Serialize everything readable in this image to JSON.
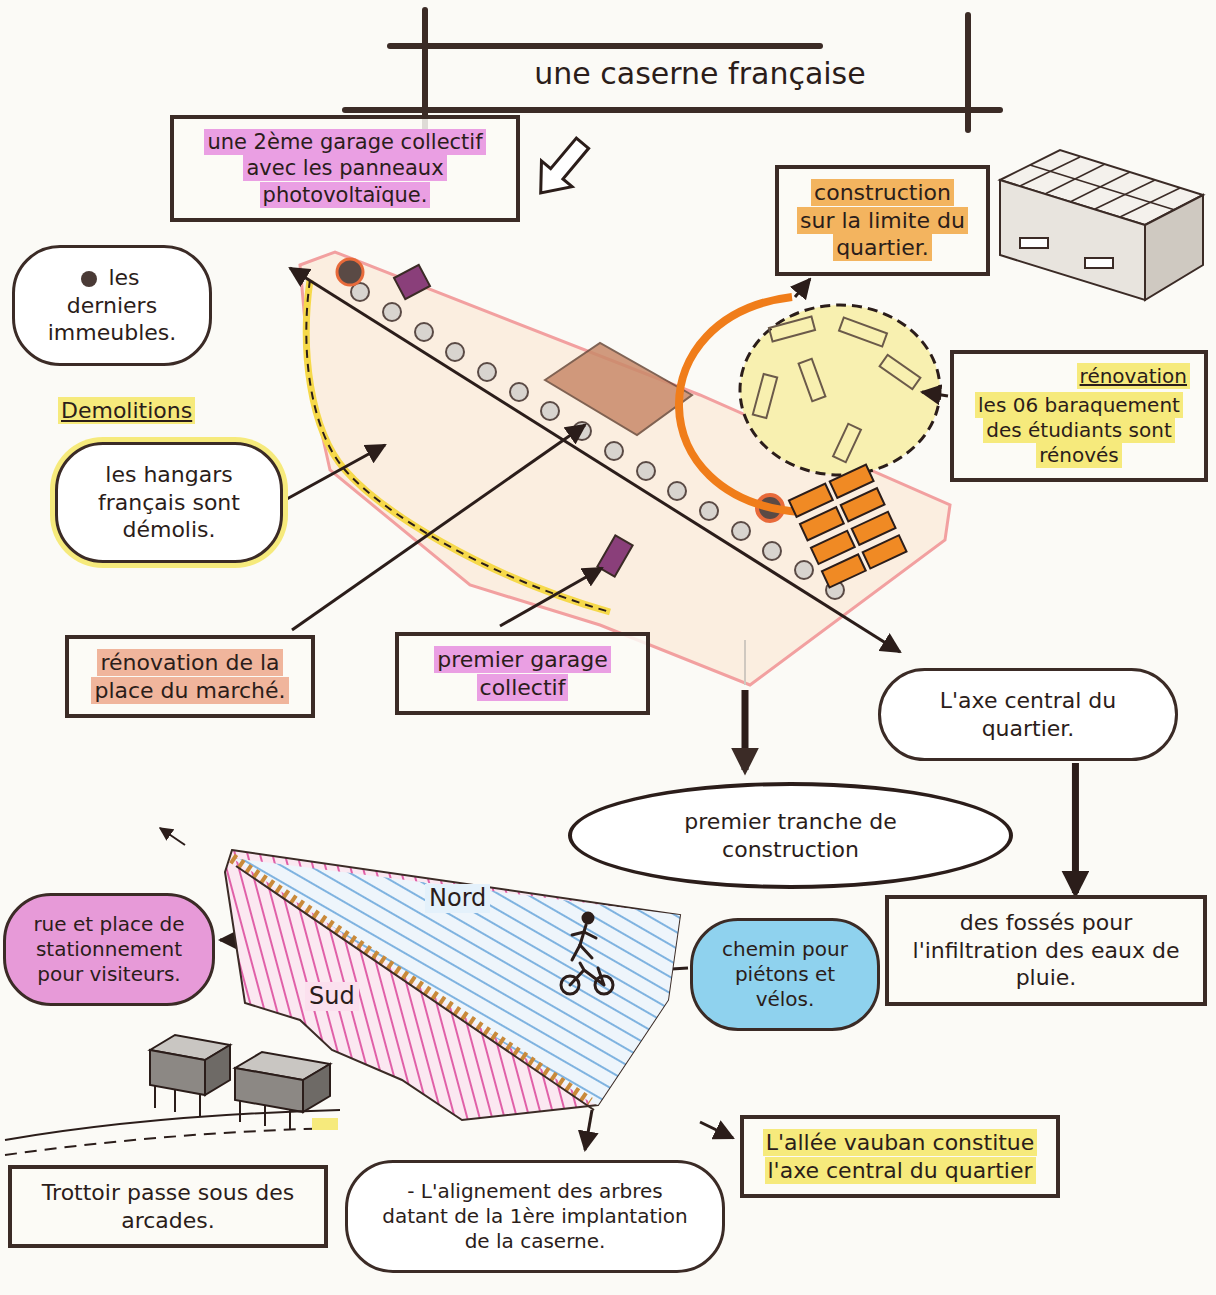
{
  "diagram": {
    "title": "une caserne française",
    "nodes": [
      {
        "text": [
          "une 2ème garage collectif avec les panneaux photovoltaïque."
        ]
      },
      {
        "text": [
          "construction sur la limite du quartier."
        ]
      },
      {
        "text": [
          "les derniers immeubles."
        ]
      },
      {
        "text": [
          "rénovation",
          "les 06 baraquement des étudiants sont rénovés"
        ]
      },
      {
        "text": [
          "Demolitions",
          "les hangars français sont démolis."
        ]
      },
      {
        "text": [
          "rénovation de la place du marché."
        ]
      },
      {
        "text": [
          "premier garage collectif"
        ]
      },
      {
        "text": [
          "L'axe central du quartier."
        ]
      },
      {
        "text": [
          "premier tranche de construction"
        ]
      },
      {
        "text": [
          "des fossés pour l'infiltration des eaux de pluie."
        ]
      },
      {
        "text": [
          "rue et place de stationnement pour visiteurs."
        ]
      },
      {
        "text": [
          "chemin pour piétons et vélos."
        ]
      },
      {
        "text": [
          "Trottoir passe sous des arcades."
        ]
      },
      {
        "text": [
          "- L'alignement des arbres datant de la 1ère implantation de la caserne."
        ]
      },
      {
        "text": [
          "L'allée vauban constitue l'axe central du quartier"
        ]
      }
    ],
    "edges": [
      {
        "from": 7,
        "to": 9,
        "arrow": "to"
      }
    ],
    "labels": [
      "Nord",
      "Sud"
    ]
  }
}
